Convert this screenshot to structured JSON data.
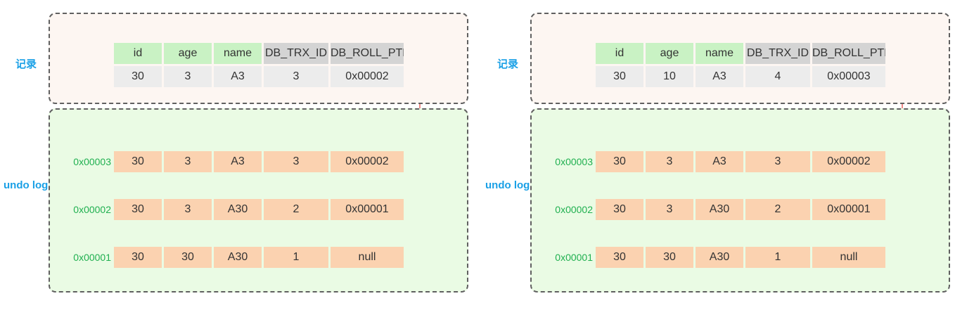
{
  "labels": {
    "record": "记录",
    "undo": "undo log"
  },
  "columns": [
    "id",
    "age",
    "name",
    "DB_TRX_ID",
    "DB_ROLL_PTR"
  ],
  "panels": [
    {
      "record": [
        "30",
        "3",
        "A3",
        "3",
        "0x00002"
      ],
      "undo": [
        {
          "addr": "0x00003",
          "cells": [
            "30",
            "3",
            "A3",
            "3",
            "0x00002"
          ]
        },
        {
          "addr": "0x00002",
          "cells": [
            "30",
            "3",
            "A30",
            "2",
            "0x00001"
          ]
        },
        {
          "addr": "0x00001",
          "cells": [
            "30",
            "30",
            "A30",
            "1",
            "null"
          ]
        }
      ]
    },
    {
      "record": [
        "30",
        "10",
        "A3",
        "4",
        "0x00003"
      ],
      "undo": [
        {
          "addr": "0x00003",
          "cells": [
            "30",
            "3",
            "A3",
            "3",
            "0x00002"
          ]
        },
        {
          "addr": "0x00002",
          "cells": [
            "30",
            "3",
            "A30",
            "2",
            "0x00001"
          ]
        },
        {
          "addr": "0x00001",
          "cells": [
            "30",
            "30",
            "A30",
            "1",
            "null"
          ]
        }
      ]
    }
  ],
  "colors": {
    "arrow": "#e53935",
    "label": "#1aa0e6",
    "addr": "#20b050"
  }
}
